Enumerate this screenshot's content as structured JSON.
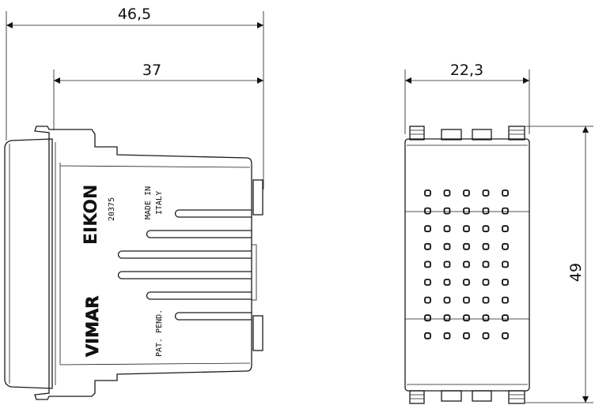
{
  "dimensions": {
    "overall_depth": "46,5",
    "body_depth": "37",
    "width": "22,3",
    "height": "49"
  },
  "labels": {
    "series": "EIKON",
    "code": "20375",
    "origin_line1": "MADE IN",
    "origin_line2": "ITALY",
    "manufacturer": "VIMAR",
    "patent": "PAT. PEND."
  },
  "grille": {
    "rows": 9,
    "cols": 5
  }
}
